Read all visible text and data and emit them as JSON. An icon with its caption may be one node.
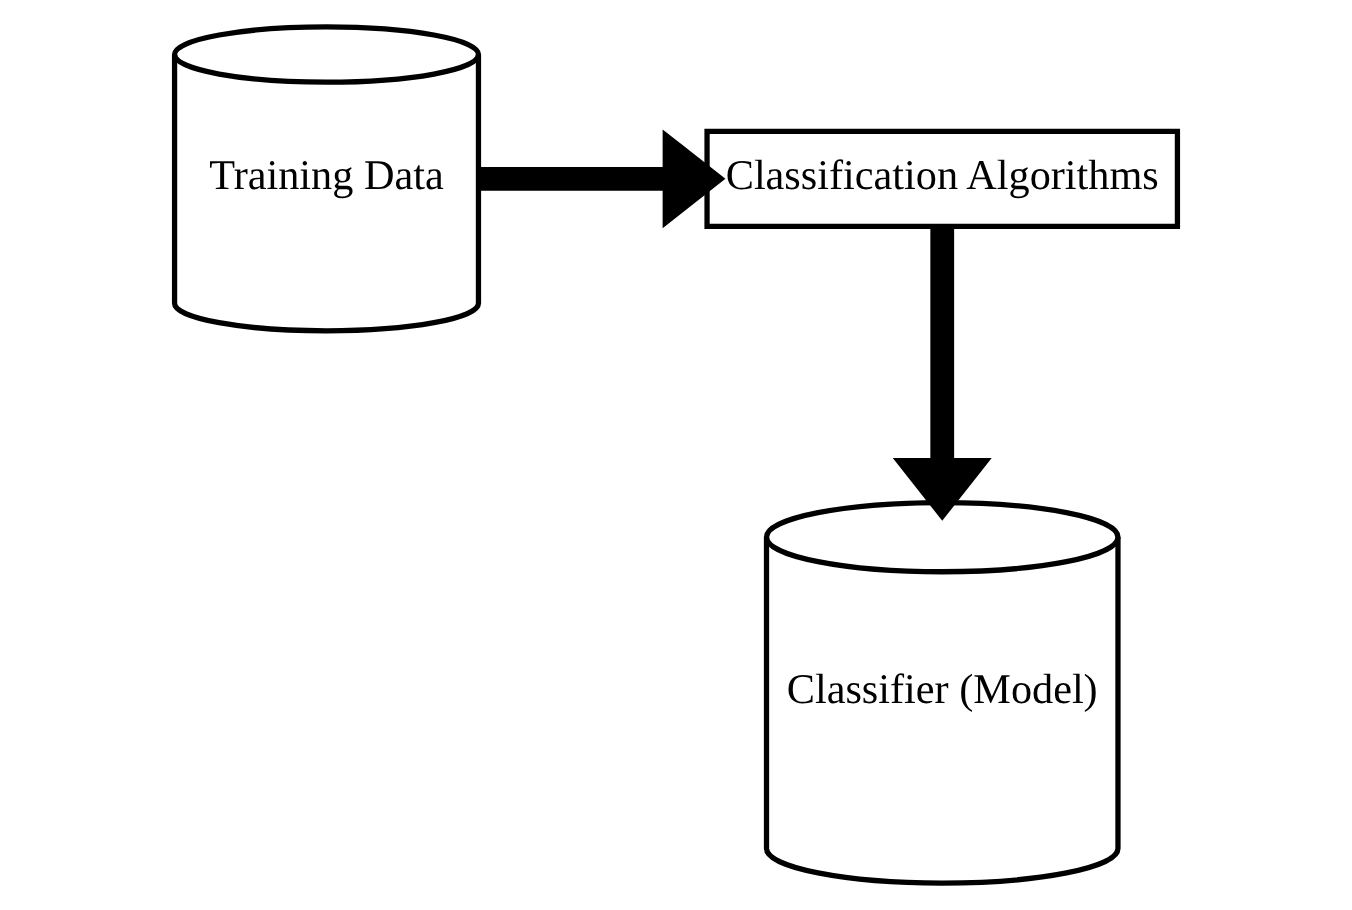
{
  "diagram": {
    "nodes": [
      {
        "text": [
          "Training Data"
        ]
      },
      {
        "text": [
          "Classification Algorithms"
        ]
      },
      {
        "text": [
          "Classifier (Model)"
        ]
      }
    ],
    "edges": [
      {
        "from": 0,
        "to": 1,
        "arrow": "to"
      },
      {
        "from": 1,
        "to": 2,
        "arrow": "to"
      }
    ]
  }
}
